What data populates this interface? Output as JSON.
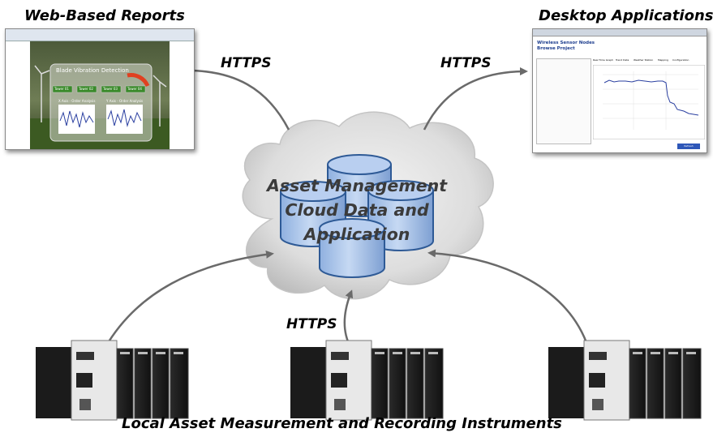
{
  "titles": {
    "web": "Web-Based Reports",
    "desktop": "Desktop Applications",
    "instruments": "Local Asset Measurement and Recording Instruments"
  },
  "protocol_labels": [
    "HTTPS",
    "HTTPS",
    "HTTPS"
  ],
  "cloud": {
    "lines": [
      "Asset Management",
      "Cloud Data and",
      "Application"
    ]
  },
  "web_report": {
    "title": "Blade Vibration Detection",
    "buttons": [
      "Tower 01",
      "Tower 02",
      "Tower 03",
      "Tower 04"
    ],
    "analysis_labels": [
      "X Axis - Order Analysis",
      "Y Axis - Order Analysis"
    ]
  },
  "desktop_app": {
    "title_line1": "Wireless Sensor Nodes",
    "title_line2": "Browse Project",
    "tabs": [
      "Real Time Graph",
      "Trend Data",
      "Weather Station",
      "Mapping",
      "Configuration"
    ],
    "buttons": [
      "Refresh"
    ]
  },
  "colors": {
    "cylinder_fill": "#aac4e8",
    "cylinder_stroke": "#2e5a96",
    "cloud_fill": "#e2e2e2",
    "arrow": "#6a6a6a"
  }
}
